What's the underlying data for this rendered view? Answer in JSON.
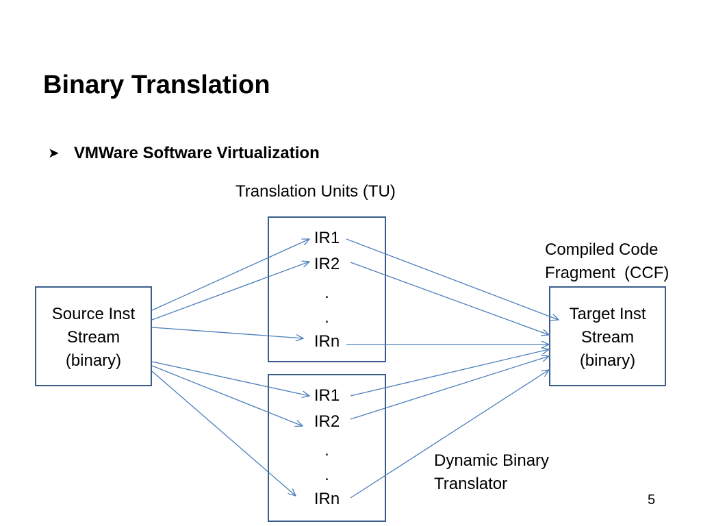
{
  "slide": {
    "title": "Binary Translation",
    "bullet": {
      "icon": "arrowhead-bullet-icon",
      "text": "VMWare Software Virtualization"
    },
    "page_number": "5"
  },
  "diagram": {
    "tu_label": "Translation Units (TU)",
    "ccf_label_line1": "Compiled Code",
    "ccf_label_line2": "Fragment  (CCF)",
    "dbt_label_line1": "Dynamic Binary",
    "dbt_label_line2": "Translator",
    "source": {
      "line1": "Source Inst",
      "line2": "Stream",
      "line3": "(binary)"
    },
    "target": {
      "line1": "Target Inst",
      "line2": "Stream",
      "line3": "(binary)"
    },
    "tu_top": {
      "ir1": "IR1",
      "ir2": "IR2",
      "dot1": ".",
      "dot2": ".",
      "irn": "IRn"
    },
    "tu_bottom": {
      "ir1": "IR1",
      "ir2": "IR2",
      "dot1": ".",
      "dot2": ".",
      "irn": "IRn"
    },
    "edge_color": "#4a7ebb",
    "box_border_color": "#385d8a"
  }
}
